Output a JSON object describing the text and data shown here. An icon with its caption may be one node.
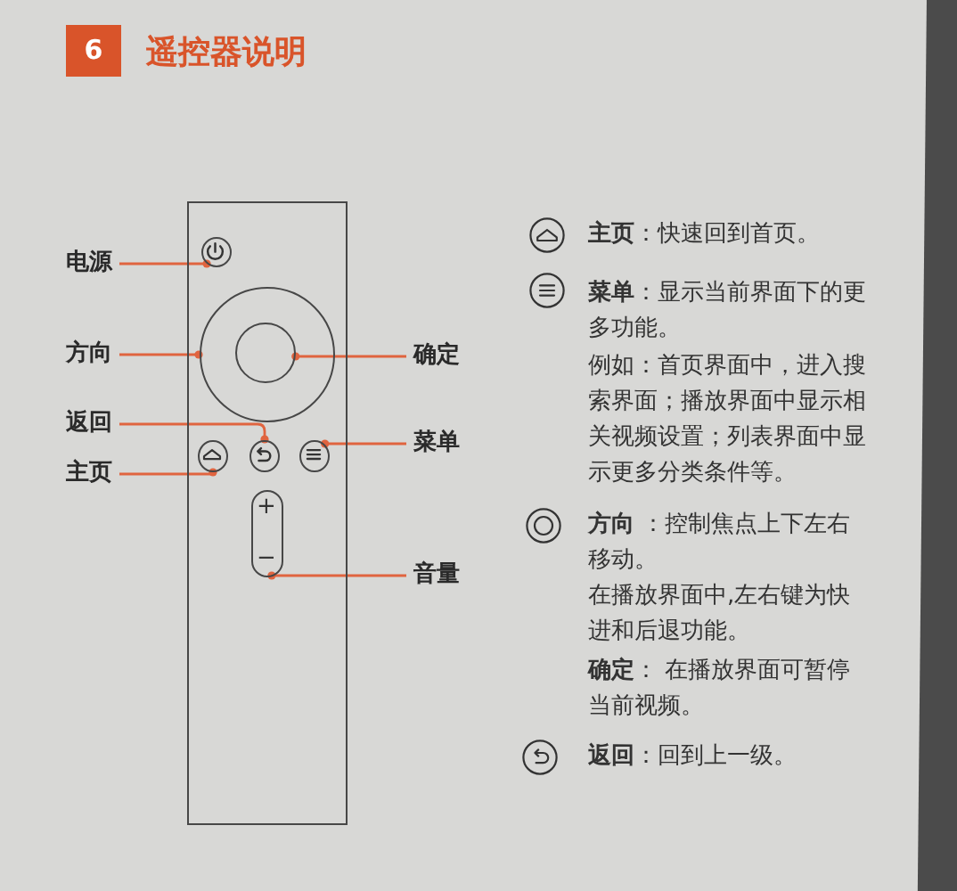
{
  "diagram": {
    "title": "遥控器说明",
    "nodes": [
      {
        "text": [
          "6"
        ]
      },
      {
        "text": [],
        "shape": "box"
      },
      {
        "text": [],
        "shape": "circle",
        "in": 1
      },
      {
        "text": [],
        "shape": "circle",
        "in": 1
      },
      {
        "text": [],
        "shape": "circle",
        "in": 3
      },
      {
        "text": [],
        "shape": "circle",
        "in": 1
      },
      {
        "text": [],
        "shape": "circle",
        "in": 1
      },
      {
        "text": [],
        "shape": "circle",
        "in": 1
      },
      {
        "text": [
          "+",
          "−"
        ],
        "in": 1
      },
      {
        "text": [
          "电源"
        ]
      },
      {
        "text": [
          "方向"
        ]
      },
      {
        "text": [
          "确定"
        ]
      },
      {
        "text": [
          "返回"
        ]
      },
      {
        "text": [
          "菜单"
        ]
      },
      {
        "text": [
          "主页"
        ]
      },
      {
        "text": [
          "音量"
        ]
      }
    ],
    "edges": [
      {
        "from": 9,
        "to": 2,
        "arrow": "other"
      },
      {
        "from": 10,
        "to": 3,
        "arrow": "other"
      },
      {
        "from": 11,
        "to": 4,
        "arrow": "other"
      },
      {
        "from": 12,
        "to": 6,
        "arrow": "other"
      },
      {
        "from": 13,
        "to": 7,
        "arrow": "other"
      },
      {
        "from": 14,
        "to": 5,
        "arrow": "other"
      },
      {
        "from": 15,
        "to": 8,
        "arrow": "other"
      }
    ],
    "labels": [
      "**主页**：快速回到首页。",
      "**菜单**：显示当前界面下的更多功能。",
      "例如：首页界面中，进入搜索界面；播放界面中显示相关视频设置；列表界面中显示更多分类条件等。",
      "**方向** ：控制焦点上下左右移动。",
      "在播放界面中,左右键为快进和后退功能。",
      "**确定**： 在播放界面可暂停当前视频。",
      "**返回**：回到上一级。"
    ]
  }
}
